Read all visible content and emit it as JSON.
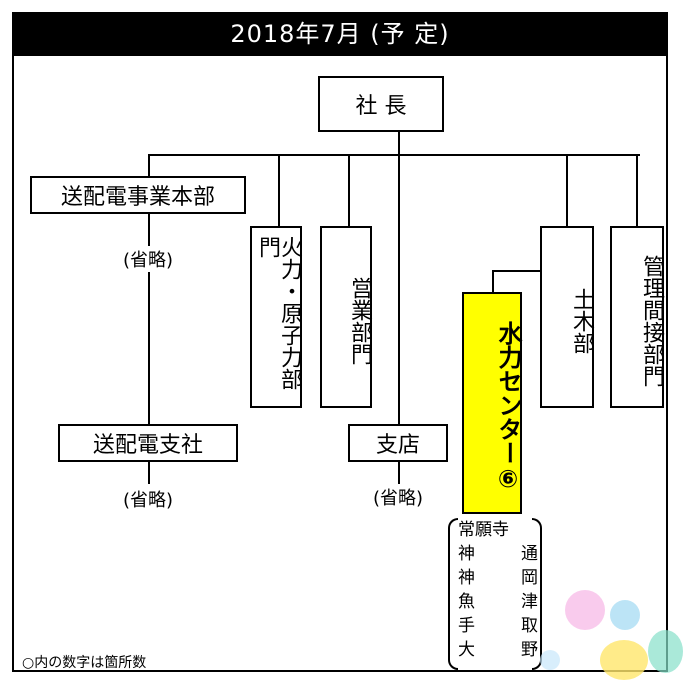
{
  "header": "2018年7月 (予 定)",
  "president": "社 長",
  "sd_hq": "送配電事業本部",
  "sd_omit": "(省略)",
  "thermal": "火力・原子力部門",
  "sales": "営業部門",
  "branch": "支店",
  "branch_omit": "(省略)",
  "civil": "土木部",
  "mgmt": "管理間接部門",
  "hydro": "水力センター⑥",
  "sd_branch": "送配電支社",
  "sd_branch_omit": "(省略)",
  "locations": [
    [
      "常願寺",
      ""
    ],
    [
      "神",
      "通"
    ],
    [
      "神",
      "岡"
    ],
    [
      "魚",
      "津"
    ],
    [
      "手",
      "取"
    ],
    [
      "大",
      "野"
    ]
  ],
  "note": "○内の数字は箇所数",
  "colors": {
    "highlight": "#ffff00"
  }
}
